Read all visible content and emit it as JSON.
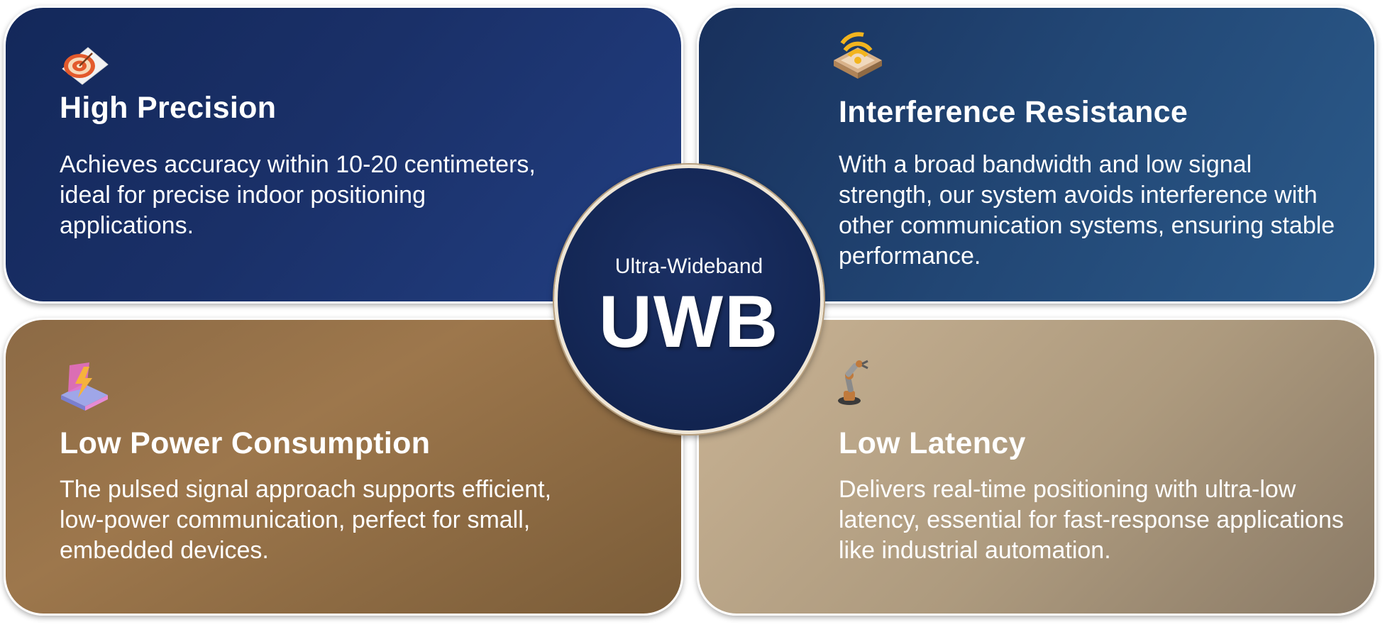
{
  "center": {
    "subtitle": "Ultra-Wideband",
    "title": "UWB"
  },
  "cards": [
    {
      "title": "High Precision",
      "description": "Achieves accuracy within 10-20 centimeters, ideal for precise indoor positioning applications.",
      "icon": "target-icon"
    },
    {
      "title": "Interference Resistance",
      "description": "With a broad bandwidth and low signal strength, our system avoids interference with other communication systems, ensuring stable performance.",
      "icon": "wifi-signal-icon"
    },
    {
      "title": "Low Power Consumption",
      "description": "The pulsed signal approach supports efficient, low-power communication, perfect for small, embedded devices.",
      "icon": "lightning-icon"
    },
    {
      "title": "Low Latency",
      "description": "Delivers real-time positioning with ultra-low latency, essential for fast-response applications like industrial automation.",
      "icon": "robotic-arm-icon"
    }
  ],
  "colors": {
    "navy": "#1a3068",
    "steel_blue": "#224775",
    "bronze": "#9d774c",
    "sand": "#ad9a7e",
    "circle": "#142755"
  }
}
